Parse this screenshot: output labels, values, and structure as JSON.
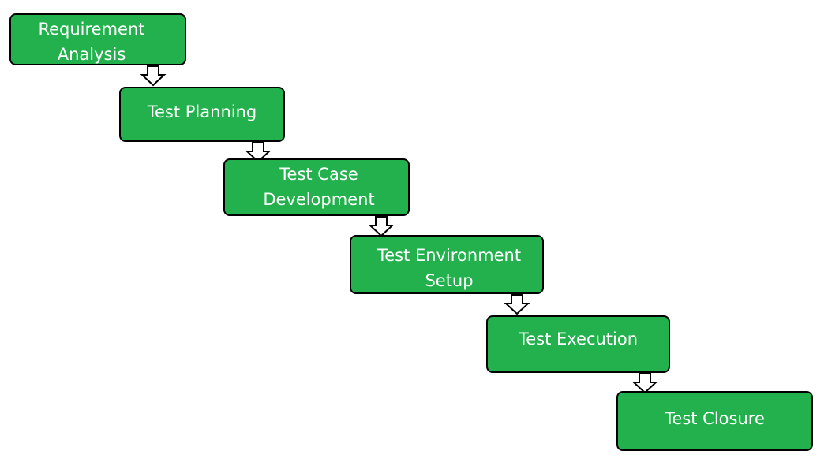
{
  "diagram": {
    "fill_color": "#22b14c",
    "border_color": "#000000",
    "text_color": "#ffffff",
    "steps": [
      {
        "label": "Requirement\nAnalysis"
      },
      {
        "label": "Test Planning"
      },
      {
        "label": "Test Case\nDevelopment"
      },
      {
        "label": "Test Environment\nSetup"
      },
      {
        "label": "Test Execution"
      },
      {
        "label": "Test Closure"
      }
    ],
    "connectors": [
      {
        "from": 0,
        "to": 1
      },
      {
        "from": 1,
        "to": 2
      },
      {
        "from": 2,
        "to": 3
      },
      {
        "from": 3,
        "to": 4
      },
      {
        "from": 4,
        "to": 5
      }
    ]
  }
}
